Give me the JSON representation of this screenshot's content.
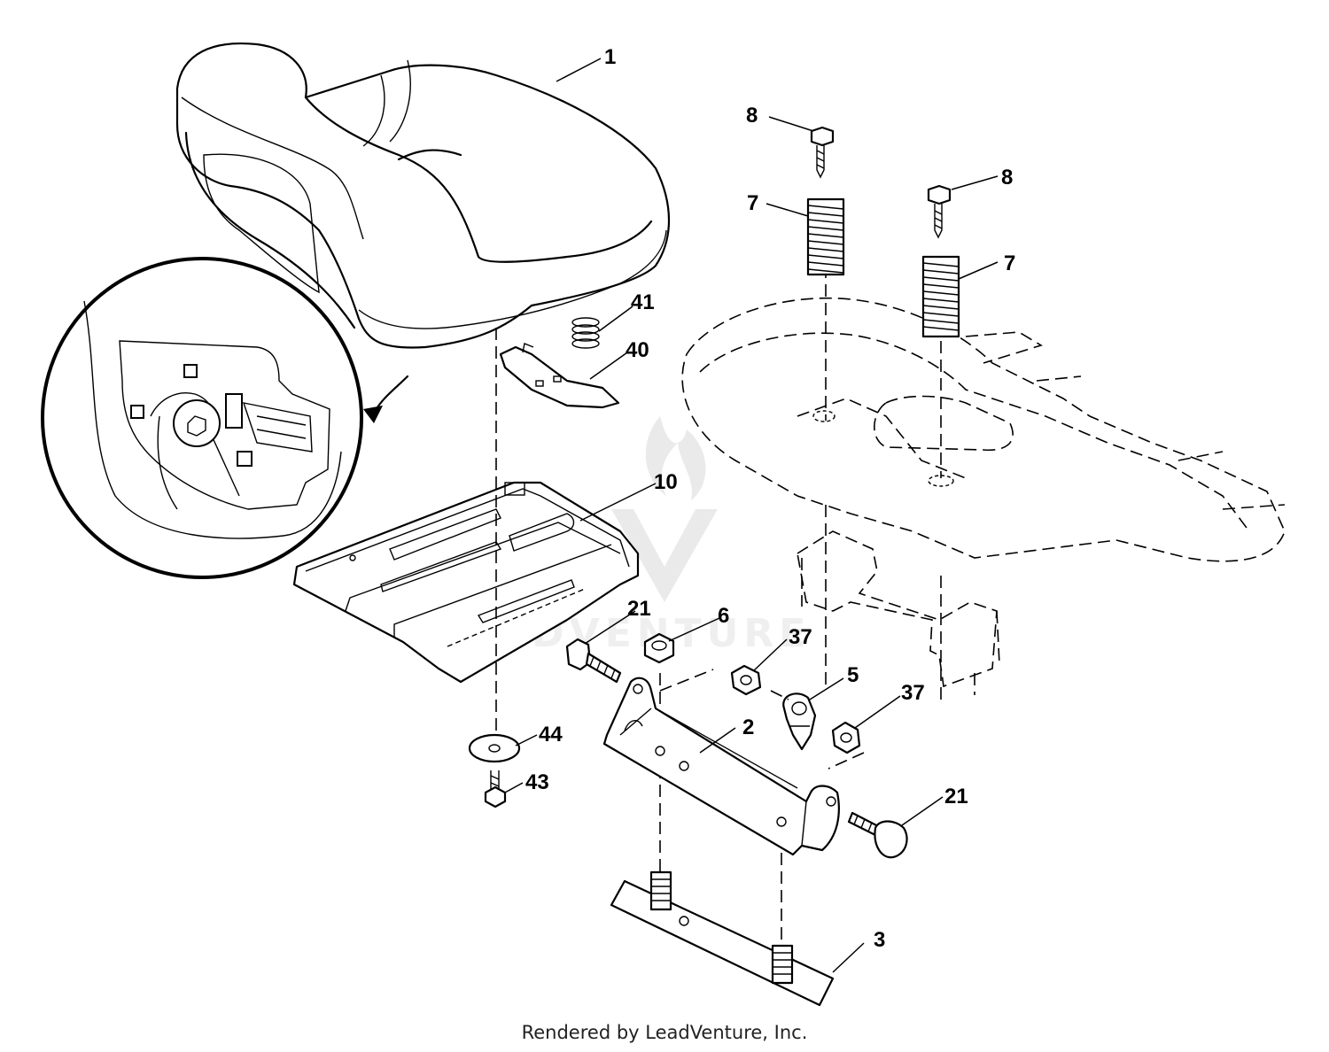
{
  "diagram": {
    "callouts": [
      {
        "id": "c-1",
        "label": "1"
      },
      {
        "id": "c-8a",
        "label": "8"
      },
      {
        "id": "c-8b",
        "label": "8"
      },
      {
        "id": "c-7a",
        "label": "7"
      },
      {
        "id": "c-7b",
        "label": "7"
      },
      {
        "id": "c-41",
        "label": "41"
      },
      {
        "id": "c-40",
        "label": "40"
      },
      {
        "id": "c-10",
        "label": "10"
      },
      {
        "id": "c-21a",
        "label": "21"
      },
      {
        "id": "c-6",
        "label": "6"
      },
      {
        "id": "c-37a",
        "label": "37"
      },
      {
        "id": "c-5",
        "label": "5"
      },
      {
        "id": "c-37b",
        "label": "37"
      },
      {
        "id": "c-2",
        "label": "2"
      },
      {
        "id": "c-44",
        "label": "44"
      },
      {
        "id": "c-43",
        "label": "43"
      },
      {
        "id": "c-21b",
        "label": "21"
      },
      {
        "id": "c-3",
        "label": "3"
      }
    ],
    "watermark": "LEADVENTURE"
  },
  "footer": {
    "text": "Rendered by LeadVenture, Inc."
  }
}
